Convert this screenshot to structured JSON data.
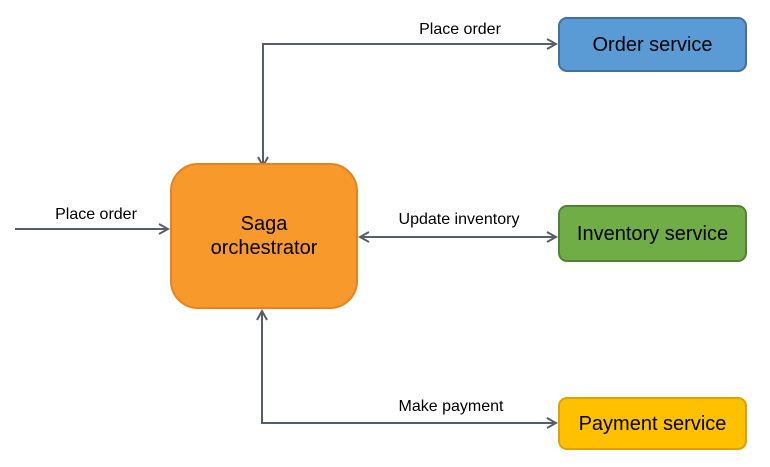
{
  "nodes": {
    "orchestrator": {
      "label": "Saga orchestrator",
      "fill": "#F8992C",
      "border": "#E8821D",
      "text_color": "#000000"
    },
    "order_service": {
      "label": "Order service",
      "fill": "#5B9BD5",
      "border": "#41719C",
      "text_color": "#000000"
    },
    "inventory_service": {
      "label": "Inventory service",
      "fill": "#70AD47",
      "border": "#548235",
      "text_color": "#000000"
    },
    "payment_service": {
      "label": "Payment service",
      "fill": "#FFC000",
      "border": "#DFA100",
      "text_color": "#000000"
    }
  },
  "connectors": {
    "place_order_in": {
      "label": "Place order",
      "from": "external-left",
      "to": "orchestrator",
      "arrows": "single-into-orchestrator"
    },
    "place_order": {
      "label": "Place order",
      "from": "orchestrator",
      "to": "order_service",
      "arrows": "both-ends"
    },
    "update_inventory": {
      "label": "Update inventory",
      "from": "orchestrator",
      "to": "inventory_service",
      "arrows": "both-ends"
    },
    "make_payment": {
      "label": "Make payment",
      "from": "orchestrator",
      "to": "payment_service",
      "arrows": "both-ends"
    }
  },
  "connector_color": "#585E69",
  "background_color": "#FFFFFF"
}
